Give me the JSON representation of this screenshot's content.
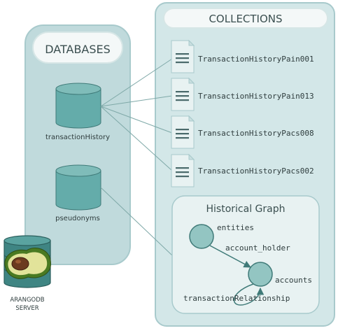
{
  "databases_panel": {
    "title": "DATABASES"
  },
  "collections_panel": {
    "title": "COLLECTIONS"
  },
  "databases": [
    {
      "label": "transactionHistory"
    },
    {
      "label": "pseudonyms"
    }
  ],
  "collections": [
    {
      "label": "TransactionHistoryPain001"
    },
    {
      "label": "TransactionHistoryPain013"
    },
    {
      "label": "TransactionHistoryPacs008"
    },
    {
      "label": "TransactionHistoryPacs002"
    }
  ],
  "graph": {
    "title": "Historical Graph",
    "nodes": [
      {
        "label": "entities"
      },
      {
        "label": "accounts"
      }
    ],
    "edges": [
      {
        "label": "account_holder"
      },
      {
        "label": "transactionRelationship"
      }
    ]
  },
  "server": {
    "line1": "ARANGODB",
    "line2": "SERVER"
  },
  "colors": {
    "panel_fill": "#c0dadc",
    "panel_stroke": "#a8cacc",
    "collections_fill": "#d3e7e8",
    "teal": "#64acaa",
    "teal_dark": "#3f7a78",
    "doc_fill": "#e8f2f2",
    "connector": "#7fa9a8"
  }
}
